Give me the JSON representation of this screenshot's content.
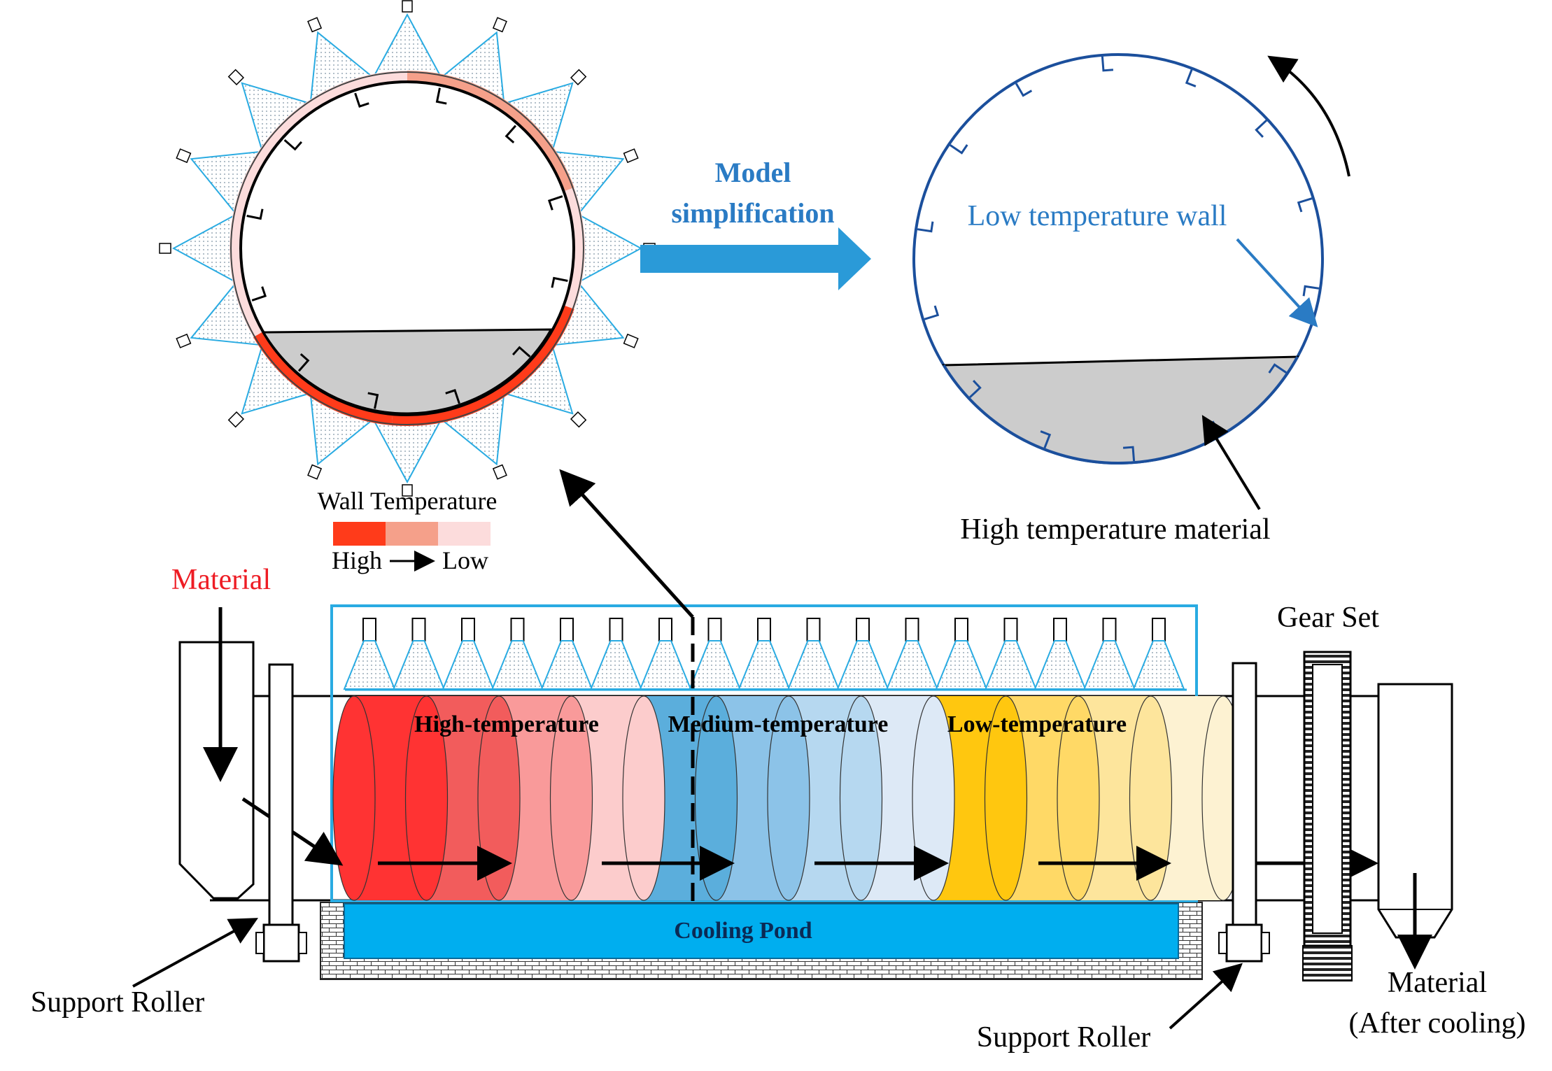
{
  "labels": {
    "model_line1": "Model",
    "model_line2": "simplification",
    "low_temp_wall": "Low temperature wall",
    "high_temp_material": "High temperature material",
    "wall_temperature": "Wall Temperature",
    "legend_high": "High",
    "legend_low": "Low",
    "material_in": "Material",
    "gear_set": "Gear Set",
    "zone_high": "High-temperature",
    "zone_medium": "Medium-temperature",
    "zone_low": "Low-temperature",
    "cooling_pond": "Cooling Pond",
    "support_roller_left": "Support Roller",
    "support_roller_right": "Support Roller",
    "material_out_line1": "Material",
    "material_out_line2": "(After cooling)"
  },
  "colors": {
    "label_red": "#ee1c24",
    "label_blue": "#2a7bc4",
    "arrow_blue": "#2a9ad8",
    "cooling_pond": "#00aeef",
    "nozzle_outline": "#29abe2",
    "circle_dark_blue": "#1b4f9c",
    "material_gray": "#cccccc",
    "wall_high": "#ff3b1a",
    "wall_mid": "#f5a08a",
    "wall_low": "#fcdcdc",
    "segments": [
      "#ff3333",
      "#f25c5c",
      "#f99a9a",
      "#fccccc",
      "#5baedc",
      "#8cc3e8",
      "#b6d8f0",
      "#dde9f6",
      "#ffc70f",
      "#ffd966",
      "#fde59c",
      "#fdf2d2"
    ]
  }
}
